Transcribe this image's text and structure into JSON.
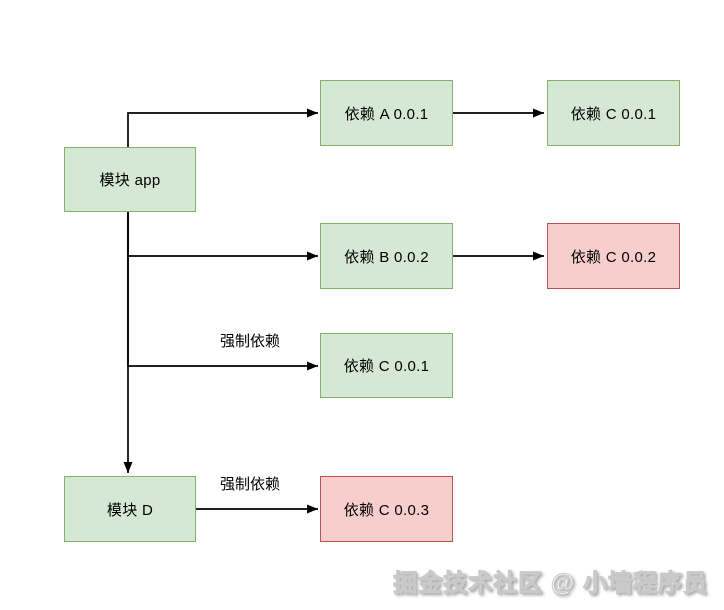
{
  "diagram": {
    "type": "dependency-graph",
    "nodes": [
      {
        "id": "module-app",
        "label": "模块 app",
        "status": "green"
      },
      {
        "id": "dep-a-0-0-1",
        "label": "依赖 A 0.0.1",
        "status": "green"
      },
      {
        "id": "dep-c-0-0-1-top",
        "label": "依赖 C 0.0.1",
        "status": "green"
      },
      {
        "id": "dep-b-0-0-2",
        "label": "依赖 B 0.0.2",
        "status": "green"
      },
      {
        "id": "dep-c-0-0-2",
        "label": "依赖 C 0.0.2",
        "status": "red"
      },
      {
        "id": "dep-c-0-0-1-mid",
        "label": "依赖 C 0.0.1",
        "status": "green"
      },
      {
        "id": "module-d",
        "label": "模块 D",
        "status": "green"
      },
      {
        "id": "dep-c-0-0-3",
        "label": "依赖 C 0.0.3",
        "status": "red"
      }
    ],
    "edges": [
      {
        "from": "module-app",
        "to": "dep-a-0-0-1",
        "label": ""
      },
      {
        "from": "module-app",
        "to": "dep-b-0-0-2",
        "label": ""
      },
      {
        "from": "module-app",
        "to": "dep-c-0-0-1-mid",
        "label": "强制依赖"
      },
      {
        "from": "module-app",
        "to": "module-d",
        "label": ""
      },
      {
        "from": "module-d",
        "to": "dep-c-0-0-3",
        "label": "强制依赖"
      },
      {
        "from": "dep-a-0-0-1",
        "to": "dep-c-0-0-1-top",
        "label": ""
      },
      {
        "from": "dep-b-0-0-2",
        "to": "dep-c-0-0-2",
        "label": ""
      }
    ]
  },
  "watermark": {
    "text": "掘金技术社区 @ 小墙程序员"
  },
  "colors": {
    "canvas_bg": "#ffffff",
    "green_fill": "#d5e8d4",
    "green_border": "#82b366",
    "red_fill": "#f8cecc",
    "red_border": "#b85450",
    "line_color": "#000000",
    "node_text": "#000000",
    "watermark_fill": "#fdfdfd"
  }
}
